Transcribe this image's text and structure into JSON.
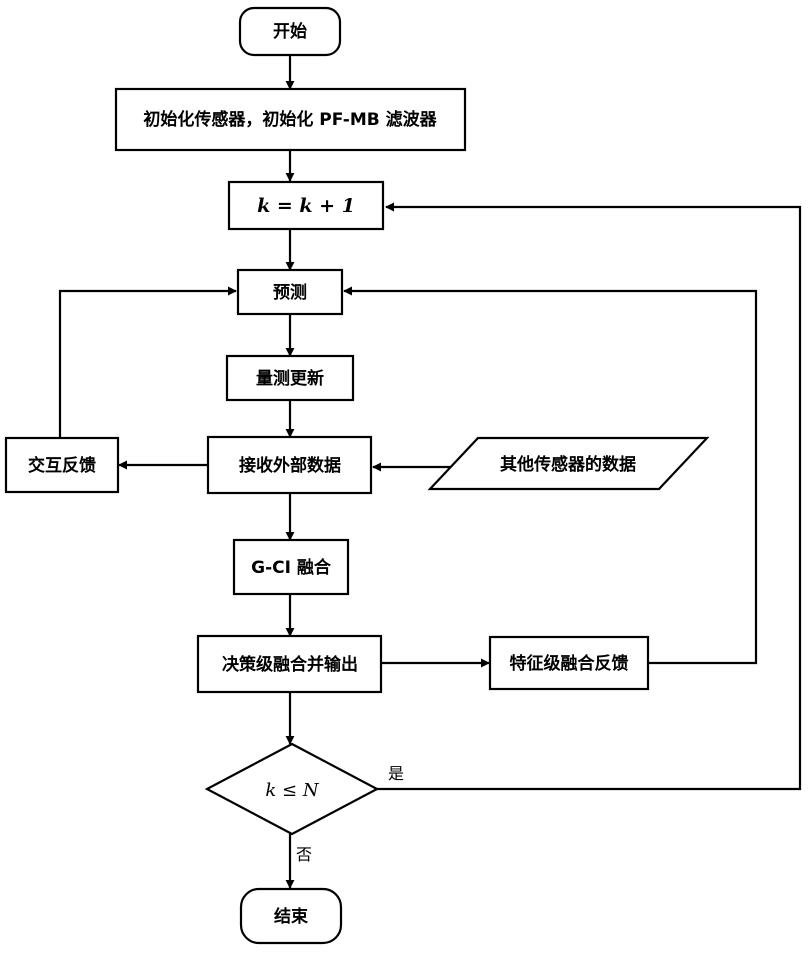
{
  "nodes": {
    "start": "开始",
    "init": "初始化传感器，初始化 PF-MB 滤波器",
    "k_increment": "k = k + 1",
    "predict": "预测",
    "measure_update": "量测更新",
    "receive_external": "接收外部数据",
    "interactive_feedback": "交互反馈",
    "other_sensors": "其他传感器的数据",
    "gci_fusion": "G-CI 融合",
    "decision_fusion": "决策级融合并输出",
    "feature_feedback": "特征级融合反馈",
    "condition": "k ≤ N",
    "end": "结束"
  },
  "edge_labels": {
    "yes": "是",
    "no": "否"
  },
  "colors": {
    "stroke": "#000000",
    "fill": "#ffffff"
  }
}
